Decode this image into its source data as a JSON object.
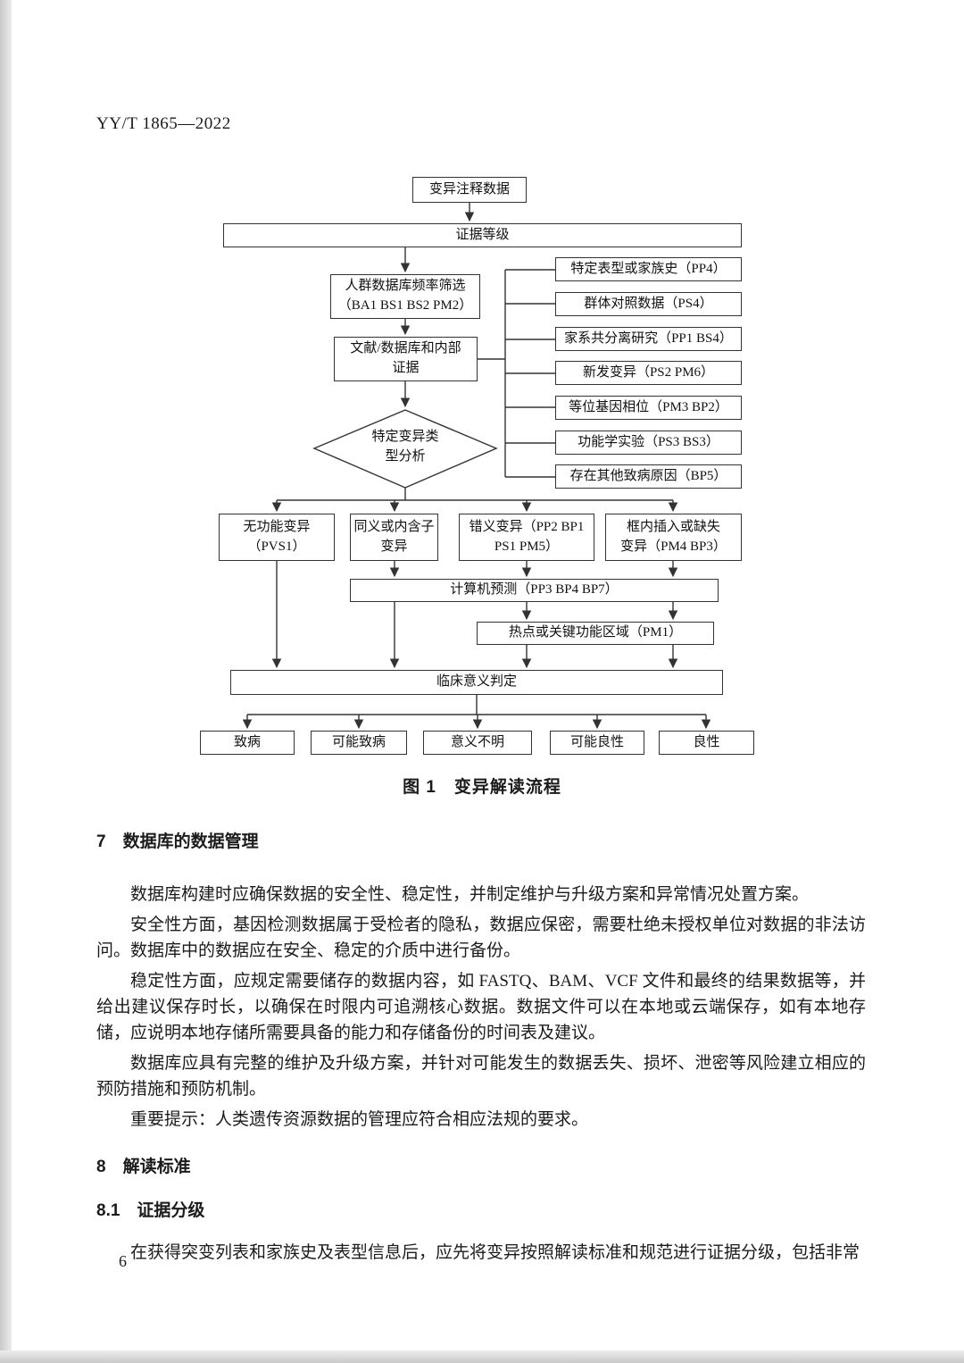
{
  "page": {
    "doc_number": "YY/T 1865—2022",
    "page_number": "6"
  },
  "figure": {
    "caption": "图 1　变异解读流程",
    "boxes": {
      "annotation": "变异注释数据",
      "evidence": "证据等级",
      "freq": "人群数据库频率筛选\n（BA1 BS1 BS2 PM2）",
      "literature": "文献/数据库和内部\n证据",
      "diamond": "特定变异类\n型分析",
      "phenotype": "特定表型或家族史（PP4）",
      "cohort": "群体对照数据（PS4）",
      "segregation": "家系共分离研究（PP1 BS4）",
      "denovo": "新发变异（PS2 PM6）",
      "allelic": "等位基因相位（PM3 BP2）",
      "functional": "功能学实验（PS3 BS3）",
      "other_cause": "存在其他致病原因（BP5）",
      "lof": "无功能变异\n（PVS1）",
      "synonymous": "同义或内含子\n变异",
      "missense": "错义变异（PP2 BP1\nPS1 PM5）",
      "indel": "框内插入或缺失\n变异（PM4 BP3）",
      "computational": "计算机预测（PP3 BP4 BP7）",
      "hotspot": "热点或关键功能区域（PM1）",
      "clinical": "临床意义判定",
      "pathogenic": "致病",
      "likely_pathogenic": "可能致病",
      "uncertain": "意义不明",
      "likely_benign": "可能良性",
      "benign": "良性"
    }
  },
  "sections": {
    "s7": {
      "heading": "7　数据库的数据管理",
      "p1": "数据库构建时应确保数据的安全性、稳定性，并制定维护与升级方案和异常情况处置方案。",
      "p2": "安全性方面，基因检测数据属于受检者的隐私，数据应保密，需要杜绝未授权单位对数据的非法访问。数据库中的数据应在安全、稳定的介质中进行备份。",
      "p3": "稳定性方面，应规定需要储存的数据内容，如 FASTQ、BAM、VCF 文件和最终的结果数据等，并给出建议保存时长，以确保在时限内可追溯核心数据。数据文件可以在本地或云端保存，如有本地存储，应说明本地存储所需要具备的能力和存储备份的时间表及建议。",
      "p4": "数据库应具有完整的维护及升级方案，并针对可能发生的数据丢失、损坏、泄密等风险建立相应的预防措施和预防机制。",
      "p5": "重要提示：人类遗传资源数据的管理应符合相应法规的要求。"
    },
    "s8": {
      "heading": "8　解读标准",
      "s81_heading": "8.1　证据分级",
      "p1": "在获得突变列表和家族史及表型信息后，应先将变异按照解读标准和规范进行证据分级，包括非常"
    }
  }
}
